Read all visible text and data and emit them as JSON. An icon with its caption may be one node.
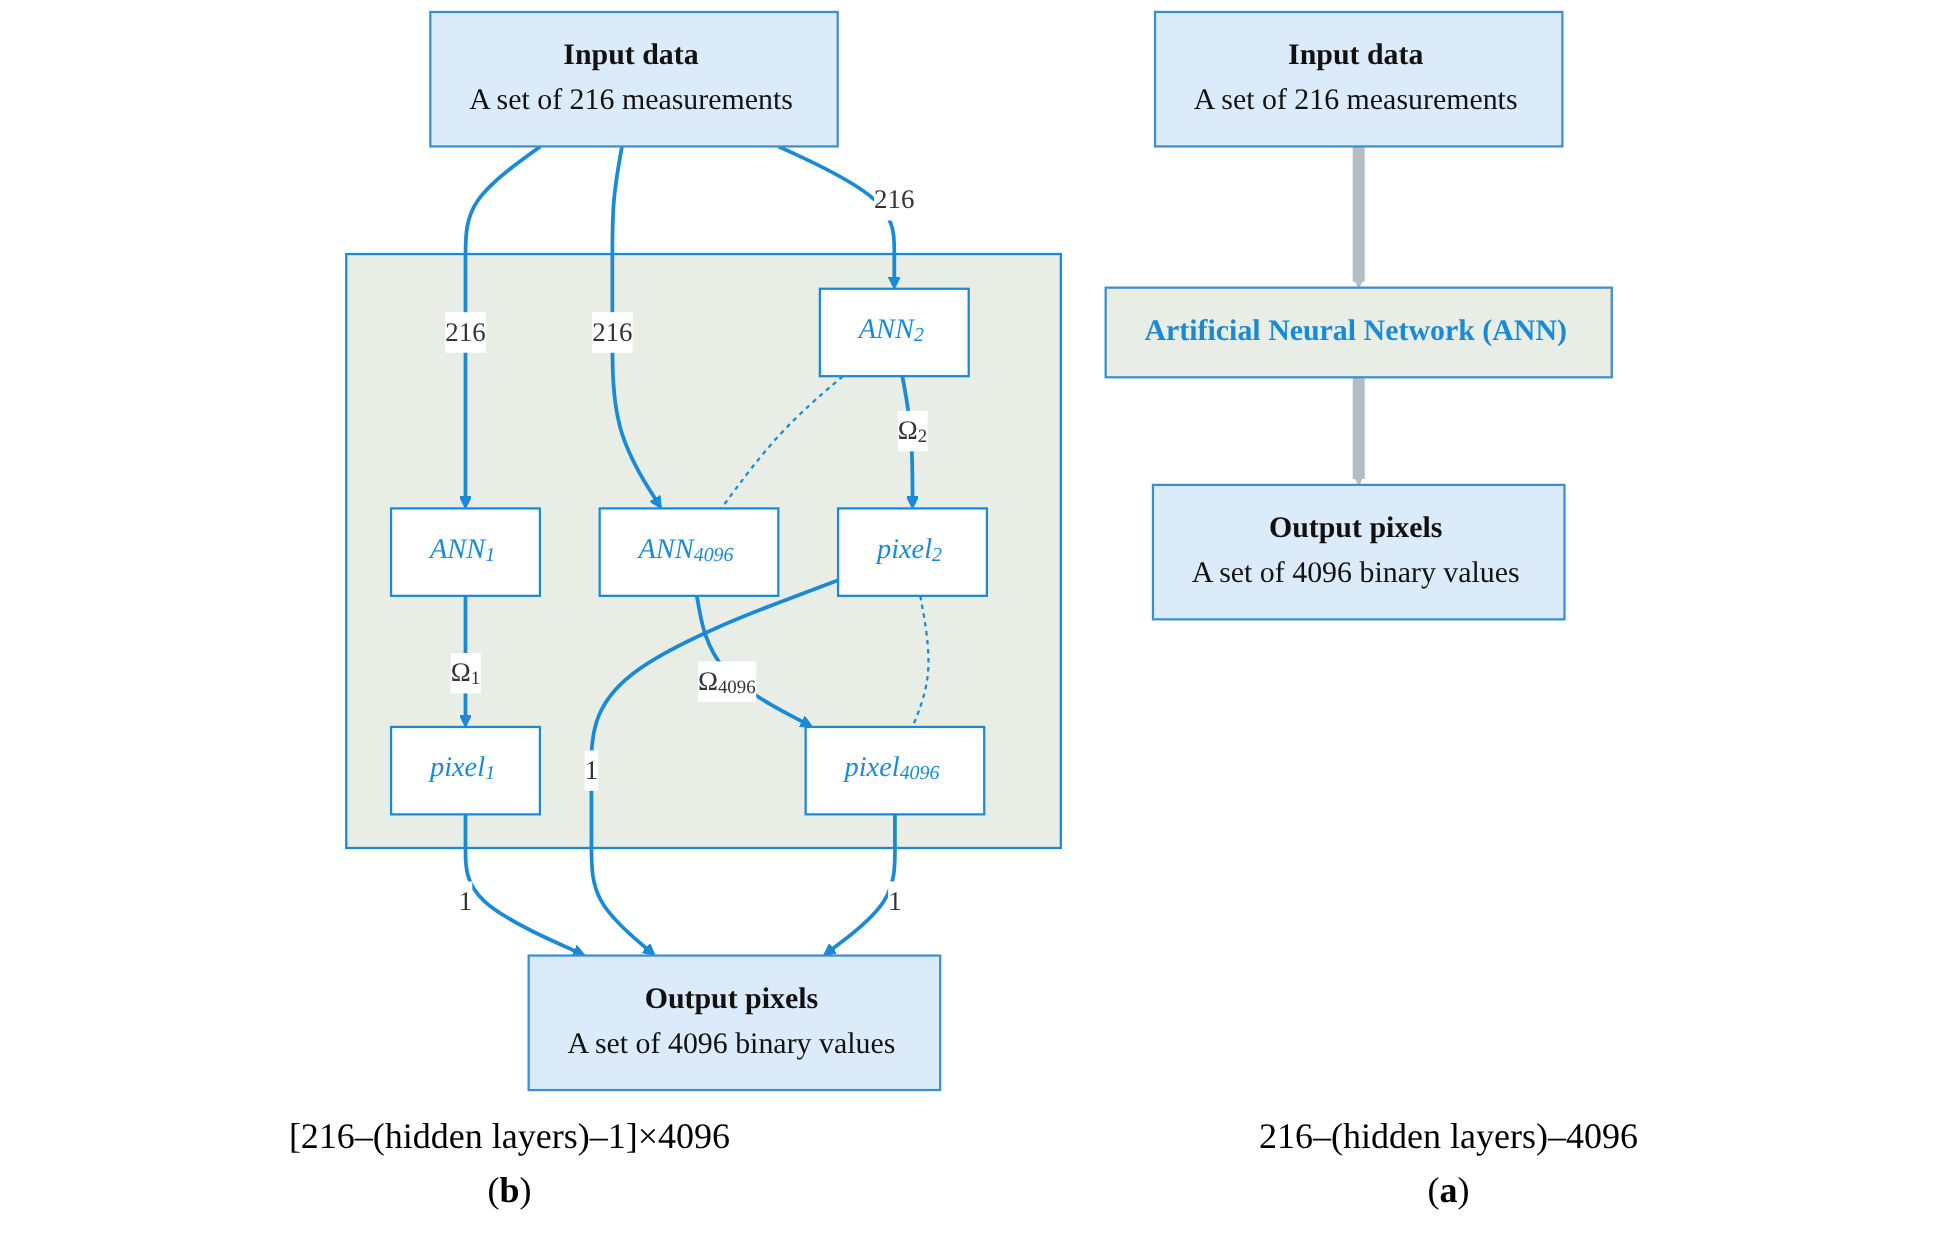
{
  "diagram": {
    "nodes": [
      {
        "text": [
          "Input data",
          "A set of 216 measurements"
        ]
      },
      {
        "text": [
          "Artificial Neural Network (ANN)"
        ]
      },
      {
        "text": [
          "Output pixels",
          "A set of 4096 binary values"
        ]
      },
      {
        "text": [
          "Input data",
          "A set of 216 measurements"
        ]
      },
      {
        "text": [],
        "shape": "box"
      },
      {
        "text": [
          "ANN$_{1}$"
        ],
        "in": 4
      },
      {
        "text": [
          "ANN$_{2}$"
        ],
        "in": 4
      },
      {
        "text": [
          "ANN$_{4096}$"
        ],
        "in": 4
      },
      {
        "text": [
          "pixel$_{1}$"
        ],
        "in": 4
      },
      {
        "text": [
          "pixel$_{2}$"
        ],
        "in": 4
      },
      {
        "text": [
          "pixel$_{4096}$"
        ],
        "in": 4
      },
      {
        "text": [
          "Output pixels",
          "A set of 4096 binary values"
        ]
      }
    ],
    "edges": [
      {
        "from": 0,
        "to": 1,
        "arrow": "to",
        "style": "thick",
        "color": "#b4bcc4"
      },
      {
        "from": 1,
        "to": 2,
        "arrow": "to",
        "style": "thick",
        "color": "#b4bcc4"
      },
      {
        "from": 3,
        "to": 5,
        "arrow": "to",
        "label": "216"
      },
      {
        "from": 3,
        "to": 6,
        "arrow": "to",
        "label": "216"
      },
      {
        "from": 3,
        "to": 7,
        "arrow": "to",
        "label": "216"
      },
      {
        "from": 6,
        "to": 7,
        "arrow": "none",
        "style": "dashed"
      },
      {
        "from": 5,
        "to": 8,
        "arrow": "to",
        "label": "Ω$_{1}$"
      },
      {
        "from": 6,
        "to": 9,
        "arrow": "to",
        "label": "Ω$_{2}$"
      },
      {
        "from": 7,
        "to": 10,
        "arrow": "to",
        "label": "Ω$_{4096}$"
      },
      {
        "from": 9,
        "to": 10,
        "arrow": "none",
        "style": "dashed"
      },
      {
        "from": 8,
        "to": 11,
        "arrow": "to",
        "label": "1"
      },
      {
        "from": 9,
        "to": 11,
        "arrow": "to",
        "label": "1"
      },
      {
        "from": 10,
        "to": 11,
        "arrow": "to",
        "label": "1"
      }
    ],
    "labels": [
      "216–(hidden layers)–4096",
      "[216–(hidden layers)–1]×4096",
      "(**a**)",
      "(**b**)"
    ]
  }
}
